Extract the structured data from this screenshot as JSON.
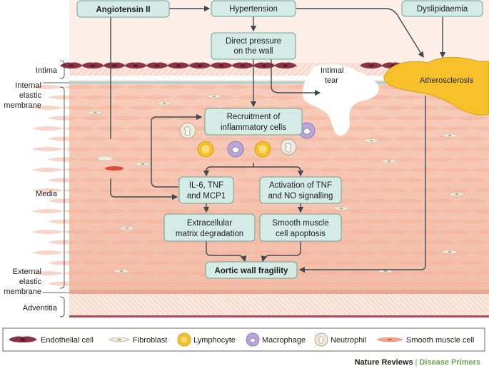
{
  "boxes": {
    "angiotensin": "Angiotensin II",
    "hypertension": "Hypertension",
    "dyslipidaemia": "Dyslipidaemia",
    "direct_pressure_1": "Direct pressure",
    "direct_pressure_2": "on the wall",
    "recruitment_1": "Recruitment of",
    "recruitment_2": "inflammatory cells",
    "il6_1": "IL-6, TNF",
    "il6_2": "and MCP1",
    "activation_1": "Activation of TNF",
    "activation_2": "and NO signalling",
    "ecm_1": "Extracellular",
    "ecm_2": "matrix degradation",
    "smc_1": "Smooth muscle",
    "smc_2": "cell apoptosis",
    "fragility": "Aortic wall fragility"
  },
  "labels": {
    "intimal_tear_1": "Intimal",
    "intimal_tear_2": "tear",
    "atherosclerosis": "Atherosclerosis"
  },
  "layers": {
    "intima": "Intima",
    "iem_1": "Internal",
    "iem_2": "elastic",
    "iem_3": "membrane",
    "media": "Media",
    "eem_1": "External",
    "eem_2": "elastic",
    "eem_3": "membrane",
    "adventitia": "Adventitia"
  },
  "legend": [
    {
      "label": "Endothelial cell",
      "icon": "endothelial-cell-icon"
    },
    {
      "label": "Fibroblast",
      "icon": "fibroblast-icon"
    },
    {
      "label": "Lymphocyte",
      "icon": "lymphocyte-icon"
    },
    {
      "label": "Macrophage",
      "icon": "macrophage-icon"
    },
    {
      "label": "Neutrophil",
      "icon": "neutrophil-icon"
    },
    {
      "label": "Smooth muscle cell",
      "icon": "smooth-muscle-cell-icon"
    }
  ],
  "footer": {
    "publisher": "Nature Reviews",
    "separator": "|",
    "series": "Disease Primers"
  },
  "colors": {
    "box_fill": "#d5ebe6",
    "box_stroke": "#6fa39c",
    "arrow": "#3d4a52",
    "media": "#f6c9b6",
    "endothelium": "#8a3346",
    "plaque": "#f6c12b",
    "lymphocyte": "#f6c12b",
    "macrophage": "#b7a6d6",
    "accent_green": "#6aa84f"
  }
}
